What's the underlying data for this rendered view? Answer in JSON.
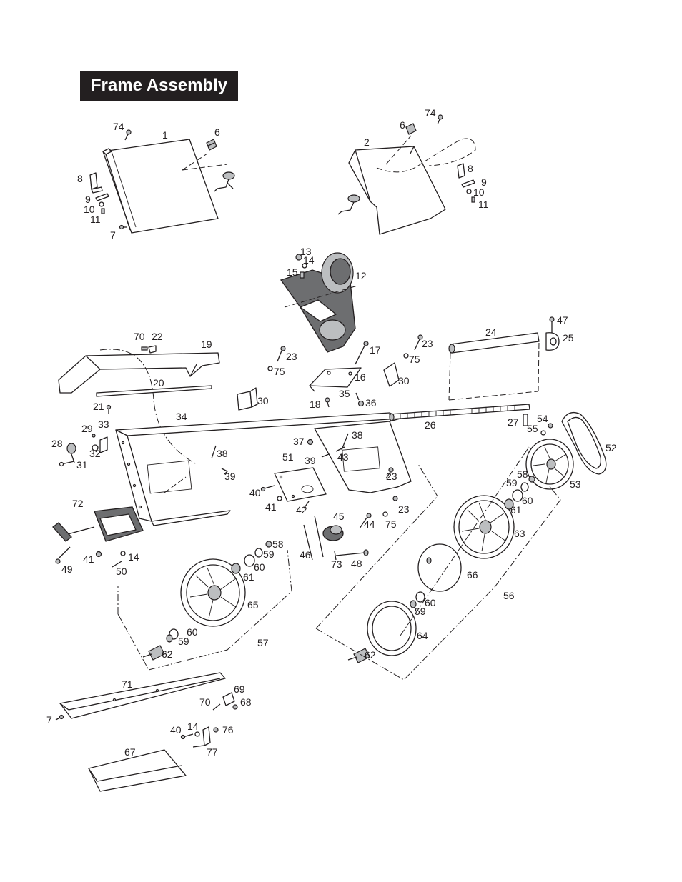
{
  "header": {
    "title": "Frame Assembly"
  },
  "callouts": {
    "c1": "1",
    "c2": "2",
    "c6a": "6",
    "c6b": "6",
    "c7a": "7",
    "c7b": "7",
    "c8a": "8",
    "c8b": "8",
    "c9a": "9",
    "c9b": "9",
    "c10a": "10",
    "c10b": "10",
    "c11a": "11",
    "c11b": "11",
    "c74a": "74",
    "c74b": "74",
    "c12": "12",
    "c13": "13",
    "c14a": "14",
    "c14b": "14",
    "c14c": "14",
    "c15": "15",
    "c16": "16",
    "c17": "17",
    "c18": "18",
    "c19": "19",
    "c20": "20",
    "c21": "21",
    "c22": "22",
    "c70a": "70",
    "c70b": "70",
    "c23a": "23",
    "c23b": "23",
    "c23c": "23",
    "c23d": "23",
    "c75a": "75",
    "c75b": "75",
    "c75c": "75",
    "c24": "24",
    "c25": "25",
    "c26": "26",
    "c27": "27",
    "c28": "28",
    "c29": "29",
    "c30a": "30",
    "c30b": "30",
    "c31": "31",
    "c32": "32",
    "c33": "33",
    "c34": "34",
    "c35": "35",
    "c36": "36",
    "c37": "37",
    "c38a": "38",
    "c38b": "38",
    "c39a": "39",
    "c39b": "39",
    "c40a": "40",
    "c40b": "40",
    "c41a": "41",
    "c41b": "41",
    "c42": "42",
    "c43": "43",
    "c44": "44",
    "c45": "45",
    "c46": "46",
    "c47": "47",
    "c48": "48",
    "c49": "49",
    "c50": "50",
    "c51": "51",
    "c52": "52",
    "c53": "53",
    "c54": "54",
    "c55": "55",
    "c56": "56",
    "c57": "57",
    "c58a": "58",
    "c58b": "58",
    "c59a": "59",
    "c59b": "59",
    "c59c": "59",
    "c59d": "59",
    "c60a": "60",
    "c60b": "60",
    "c60c": "60",
    "c60d": "60",
    "c61a": "61",
    "c61b": "61",
    "c62a": "62",
    "c62b": "62",
    "c63": "63",
    "c64": "64",
    "c65": "65",
    "c66": "66",
    "c67": "67",
    "c68": "68",
    "c69": "69",
    "c71": "71",
    "c72": "72",
    "c73": "73",
    "c76": "76",
    "c77": "77"
  },
  "colors": {
    "title_bg": "#231f20",
    "title_text": "#ffffff",
    "line": "#231f20",
    "dark_fill": "#6d6e70",
    "grey_fill": "#bcbec0"
  }
}
